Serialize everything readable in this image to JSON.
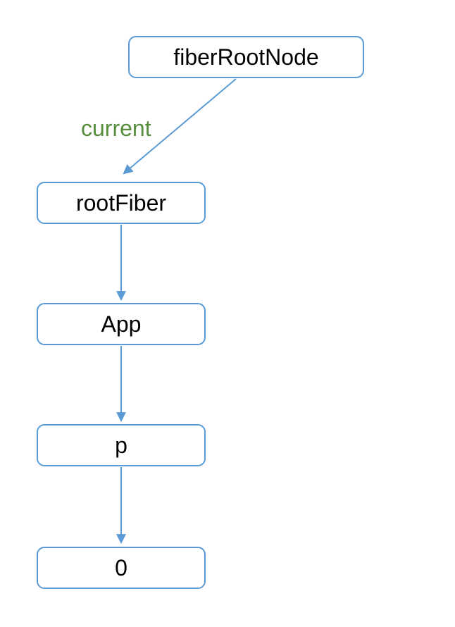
{
  "diagram": {
    "colors": {
      "edge": "#5b9bd5",
      "node_border": "#5b9bd5",
      "node_text": "#000000",
      "edge_label": "#568e3b",
      "background": "#ffffff"
    },
    "nodes": [
      {
        "id": "fiberRootNode",
        "label": "fiberRootNode"
      },
      {
        "id": "rootFiber",
        "label": "rootFiber"
      },
      {
        "id": "App",
        "label": "App"
      },
      {
        "id": "p",
        "label": "p"
      },
      {
        "id": "0",
        "label": "0"
      }
    ],
    "edges": [
      {
        "from": "fiberRootNode",
        "to": "rootFiber",
        "label": "current"
      },
      {
        "from": "rootFiber",
        "to": "App",
        "label": ""
      },
      {
        "from": "App",
        "to": "p",
        "label": ""
      },
      {
        "from": "p",
        "to": "0",
        "label": ""
      }
    ]
  }
}
